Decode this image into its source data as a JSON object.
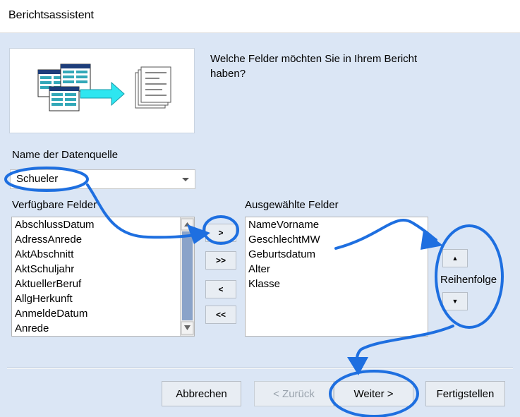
{
  "window": {
    "title": "Berichtsassistent"
  },
  "question": "Welche Felder möchten Sie in Ihrem Bericht haben?",
  "datasource": {
    "label": "Name der Datenquelle",
    "value": "Schueler"
  },
  "available": {
    "label": "Verfügbare Felder",
    "items": [
      "AbschlussDatum",
      "AdressAnrede",
      "AktAbschnitt",
      "AktSchuljahr",
      "AktuellerBeruf",
      "AllgHerkunft",
      "AnmeldeDatum",
      "Anrede"
    ]
  },
  "selected": {
    "label": "Ausgewählte Felder",
    "items": [
      "NameVorname",
      "GeschlechtMW",
      "Geburtsdatum",
      "Alter",
      "Klasse"
    ]
  },
  "move_buttons": {
    "add_one": ">",
    "add_all": ">>",
    "remove_one": "<",
    "remove_all": "<<"
  },
  "order": {
    "label": "Reihenfolge",
    "up": "▲",
    "down": "▼"
  },
  "footer": {
    "cancel": "Abbrechen",
    "back": "< Zurück",
    "next": "Weiter >",
    "finish": "Fertigstellen"
  },
  "colors": {
    "client_bg": "#dbe6f5",
    "annotation": "#1e6fe0"
  }
}
